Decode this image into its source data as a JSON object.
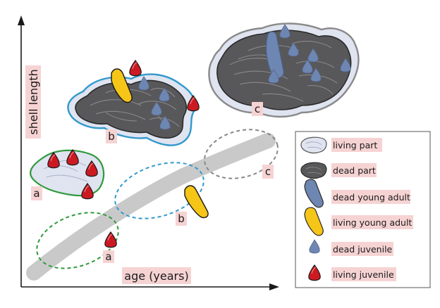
{
  "axes": {
    "x_label": "age (years)",
    "y_label": "shell length"
  },
  "stages": [
    {
      "letter": "a",
      "outline_color": "#2e9a3c"
    },
    {
      "letter": "b",
      "outline_color": "#3399cc"
    },
    {
      "letter": "c",
      "outline_color": "#888888"
    }
  ],
  "points": [
    {
      "letter": "a"
    },
    {
      "letter": "b"
    },
    {
      "letter": "c"
    }
  ],
  "legend": {
    "items": [
      {
        "label": "living part",
        "icon": "living-part-icon"
      },
      {
        "label": "dead part",
        "icon": "dead-part-icon"
      },
      {
        "label": "dead young adult",
        "icon": "dead-young-adult-icon"
      },
      {
        "label": "living young adult",
        "icon": "living-young-adult-icon"
      },
      {
        "label": "dead juvenile",
        "icon": "dead-juvenile-icon"
      },
      {
        "label": "living juvenile",
        "icon": "living-juvenile-icon"
      }
    ]
  },
  "colors": {
    "living_part": "#dfe4f0",
    "dead_part": "#58585a",
    "dead_polyp": "#6e86b2",
    "living_young_adult": "#f5c518",
    "living_juvenile": "#cc1a22",
    "growth_band": "#c9c9c9",
    "label_highlight": "#f6d3d3"
  }
}
